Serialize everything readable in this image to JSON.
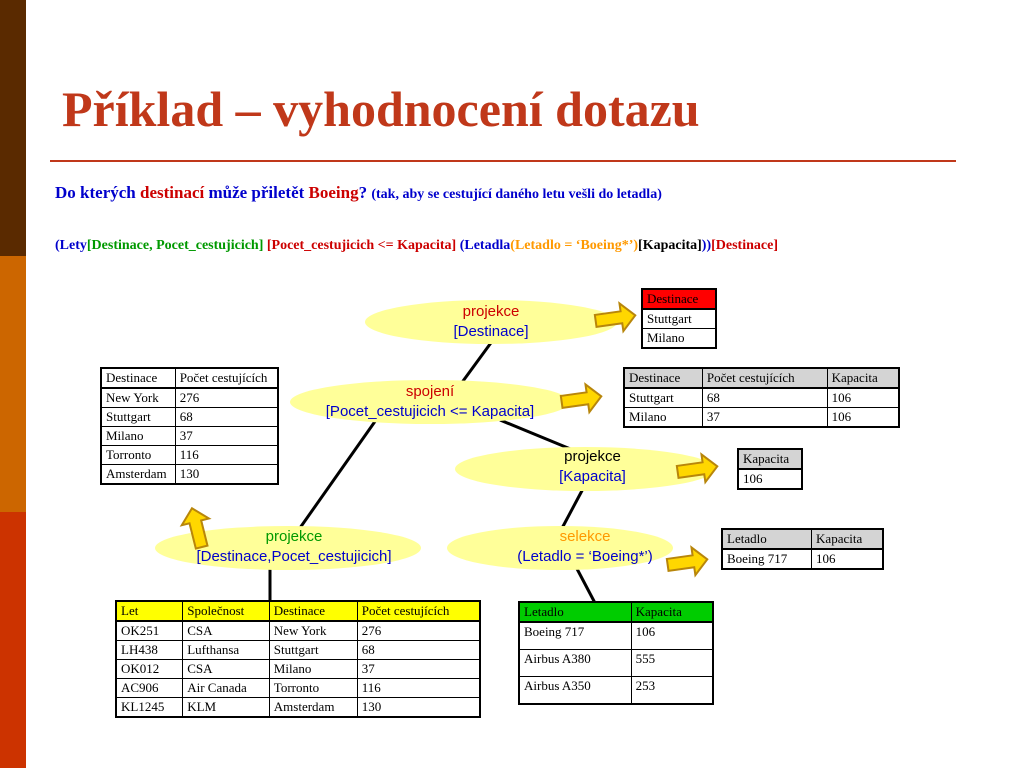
{
  "slide": {
    "title": "Příklad – vyhodnocení dotazu",
    "question": [
      {
        "text": "Do kterých ",
        "color": "#0000cc"
      },
      {
        "text": "destinací",
        "color": "#cc0000"
      },
      {
        "text": " může přiletět ",
        "color": "#0000cc"
      },
      {
        "text": "Boeing",
        "color": "#cc0000"
      },
      {
        "text": "? ",
        "color": "#0000cc"
      }
    ],
    "question_note": "(tak, aby se cestující daného letu vešli do letadla)",
    "expression": [
      {
        "text": "(Lety",
        "color": "#0000cc"
      },
      {
        "text": "[Destinace, Pocet_cestujicich]",
        "color": "#009900"
      },
      {
        "text": " [Pocet_cestujicich <= Kapacita]",
        "color": "#cc0000"
      },
      {
        "text": " (Letadla",
        "color": "#0000cc"
      },
      {
        "text": "(Letadlo = ‘Boeing*’)",
        "color": "#ff9900"
      },
      {
        "text": "[Kapacita]",
        "color": "#000000"
      },
      {
        "text": "))",
        "color": "#0000cc"
      },
      {
        "text": "[Destinace]",
        "color": "#cc0000"
      }
    ]
  },
  "nodes": {
    "proj_dest": {
      "line1": "projekce",
      "line2": "[Destinace]",
      "color1": "#cc0000",
      "color2": "#0000cc"
    },
    "join": {
      "line1": "spojení",
      "line2": "[Pocet_cestujicich <= Kapacita]",
      "color1": "#cc0000",
      "color2": "#0000cc"
    },
    "proj_kap": {
      "line1": "projekce",
      "line2": "[Kapacita]",
      "color1": "#000000",
      "color2": "#0000cc"
    },
    "proj_dp": {
      "line1": "projekce",
      "line2": "[Destinace,Pocet_cestujicich]",
      "color1": "#009900",
      "color2": "#0000cc"
    },
    "sel": {
      "line1": "selekce",
      "line2": "(Letadlo = ‘Boeing*’)",
      "color1": "#ff9900",
      "color2": "#0000cc"
    }
  },
  "tables": {
    "res_dest": {
      "header_color": "#ff0000",
      "headers": [
        "Destinace"
      ],
      "rows": [
        [
          "Stuttgart"
        ],
        [
          "Milano"
        ]
      ]
    },
    "res_join": {
      "header_color": "#d4d4d4",
      "headers": [
        "Destinace",
        "Počet cestujících",
        "Kapacita"
      ],
      "rows": [
        [
          "Stuttgart",
          "68",
          "106"
        ],
        [
          "Milano",
          "37",
          "106"
        ]
      ]
    },
    "res_kap": {
      "header_color": "#d4d4d4",
      "headers": [
        "Kapacita"
      ],
      "rows": [
        [
          "106"
        ]
      ]
    },
    "res_sel": {
      "header_color": "#d4d4d4",
      "headers": [
        "Letadlo",
        "Kapacita"
      ],
      "rows": [
        [
          "Boeing 717",
          "106"
        ]
      ]
    },
    "res_dp": {
      "header_color": "#ffffff",
      "headers": [
        "Destinace",
        "Počet cestujících"
      ],
      "rows": [
        [
          "New York",
          "276"
        ],
        [
          "Stuttgart",
          "68"
        ],
        [
          "Milano",
          "37"
        ],
        [
          "Torronto",
          "116"
        ],
        [
          "Amsterdam",
          "130"
        ]
      ]
    },
    "lety": {
      "header_color": "#ffff00",
      "headers": [
        "Let",
        "Společnost",
        "Destinace",
        "Počet cestujících"
      ],
      "rows": [
        [
          "OK251",
          "CSA",
          "New York",
          "276"
        ],
        [
          "LH438",
          "Lufthansa",
          "Stuttgart",
          "68"
        ],
        [
          "OK012",
          "CSA",
          "Milano",
          "37"
        ],
        [
          "AC906",
          "Air  Canada",
          "Torronto",
          "116"
        ],
        [
          "KL1245",
          "KLM",
          "Amsterdam",
          "130"
        ]
      ]
    },
    "letadla": {
      "header_color": "#00cc00",
      "headers": [
        "Letadlo",
        "Kapacita"
      ],
      "rows": [
        [
          "Boeing 717",
          "106"
        ],
        [
          "Airbus A380",
          "555"
        ],
        [
          "Airbus A350",
          "253"
        ]
      ]
    }
  },
  "colors": {
    "title": "#c0381a",
    "ellipse": "#ffff99",
    "arrow_fill": "#ffd700",
    "arrow_stroke": "#b8860b",
    "sidebar_dark": "#5a2a00",
    "sidebar_orange": "#cc6600",
    "sidebar_red": "#cc3300"
  }
}
